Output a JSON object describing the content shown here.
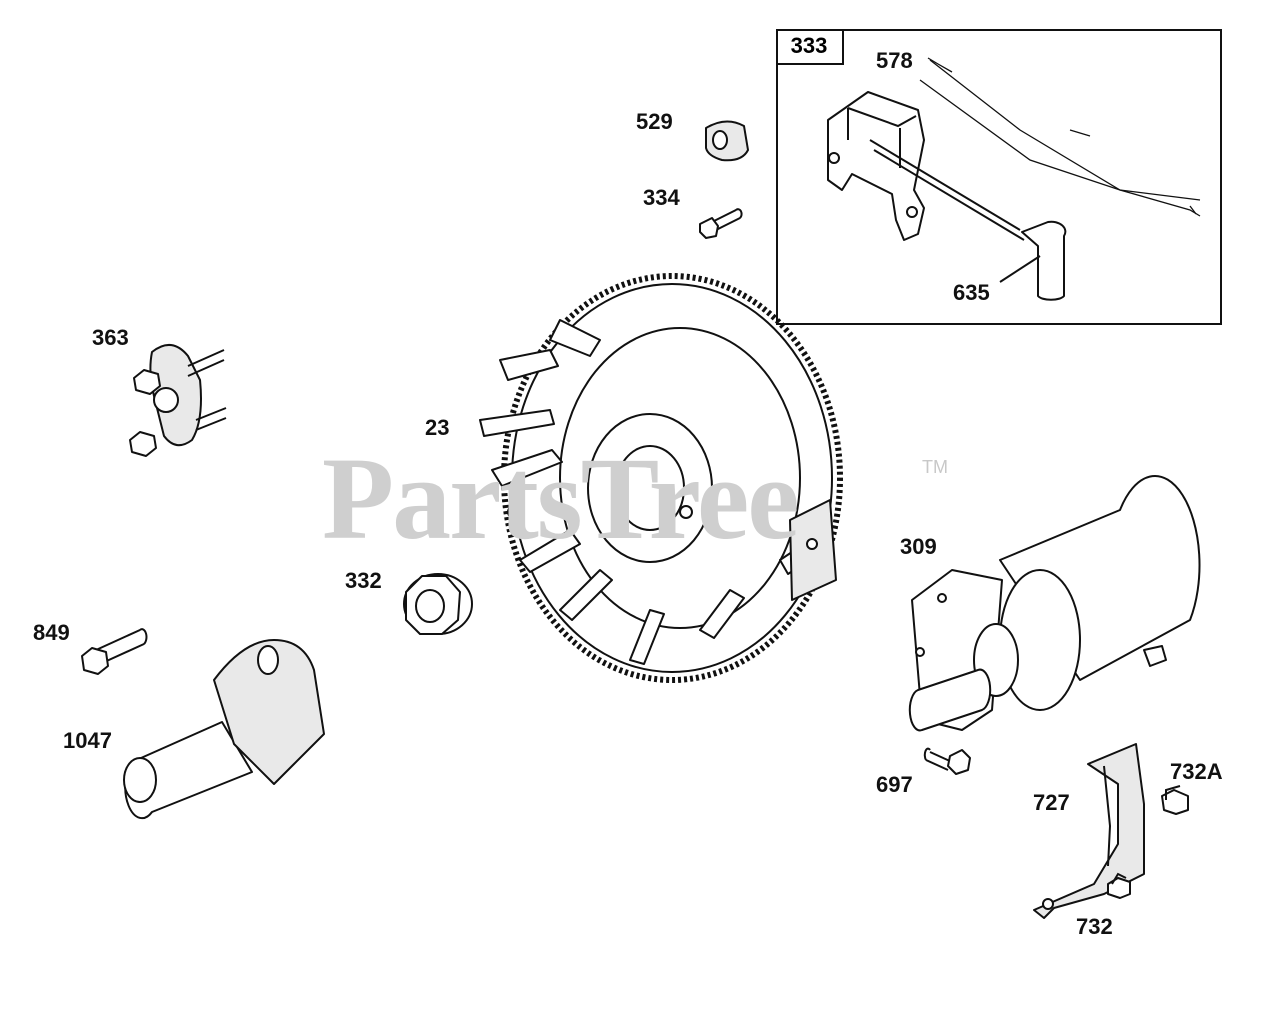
{
  "watermark": {
    "text": "PartsTree",
    "trademark": "TM"
  },
  "callout_box": {
    "label": "333"
  },
  "part_labels": {
    "p578": "578",
    "p529": "529",
    "p334": "334",
    "p635": "635",
    "p363": "363",
    "p23": "23",
    "p309": "309",
    "p332": "332",
    "p849": "849",
    "p1047": "1047",
    "p697": "697",
    "p727": "727",
    "p732a": "732A",
    "p732": "732"
  }
}
